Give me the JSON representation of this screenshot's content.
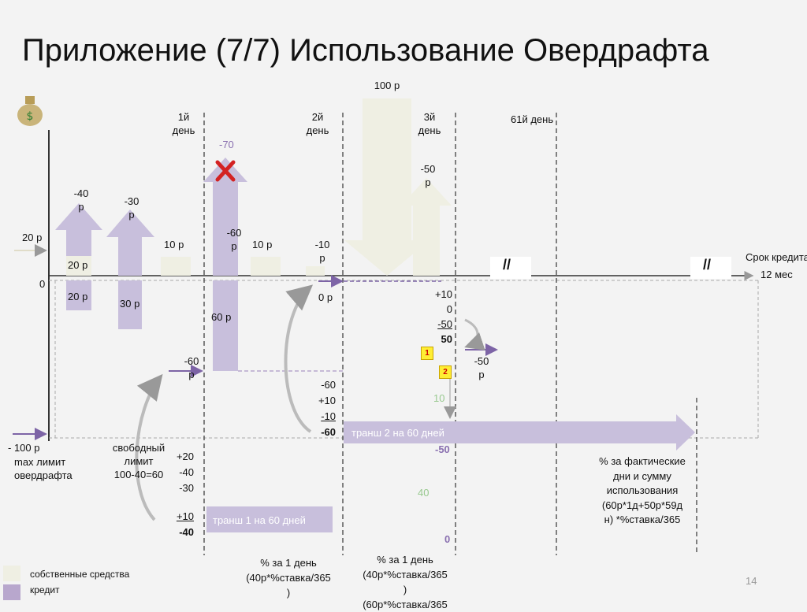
{
  "title": "Приложение (7/7) Использование Овердрафта",
  "day_labels": {
    "day1": [
      "1й",
      "день"
    ],
    "day2": [
      "2й",
      "день"
    ],
    "day3": [
      "3й",
      "день"
    ],
    "day61": "61й день"
  },
  "top_amount": "100 р",
  "axis": {
    "zero": "0",
    "term_label": "Срок кредита",
    "term_value": "12 мес",
    "break_mark": "//",
    "limit_value": "- 100 р",
    "limit_label": [
      "max лимит",
      "овердрафта"
    ]
  },
  "left": {
    "start_balance": "20 р",
    "up1": [
      "-40",
      "р"
    ],
    "up2": [
      "-30",
      "р"
    ],
    "own_funds": "20 р",
    "credit_1": "20 р",
    "credit_2": "30 р"
  },
  "day1": {
    "inflow": "10 р",
    "rejected_label": "-70",
    "up_label": [
      "-60",
      "р"
    ],
    "credit_label": "60 р",
    "balance": [
      "-60",
      "р"
    ]
  },
  "day2": {
    "inflow": "10 р",
    "up_label": [
      "-10",
      "р"
    ],
    "balance": "0 р",
    "calc": [
      "-60",
      "+10",
      "-10",
      "-60"
    ]
  },
  "day3": {
    "up_label": [
      "-50",
      "р"
    ],
    "calc": [
      "+10",
      "0",
      "-50",
      "50"
    ],
    "balance": [
      "-50",
      "р"
    ],
    "marker1": "1",
    "marker2": "2",
    "faded_values": [
      "10",
      "-50",
      "40",
      "0"
    ]
  },
  "free_limit": {
    "label": [
      "свободный",
      "лимит",
      "100-40=60"
    ],
    "calc": [
      "+20",
      "-40",
      "-30",
      "+10",
      "-40"
    ]
  },
  "tranches": {
    "tranche1": "транш 1 на 60 дней",
    "tranche2": "транш 2 на 60 дней"
  },
  "interest": {
    "day1_note": [
      "% за 1 день",
      "(40р*%ставка/365",
      ")"
    ],
    "day2_note": [
      "% за 1 день",
      "(40р*%ставка/365",
      ")",
      "(60р*%ставка/365"
    ],
    "actual_note": [
      "% за фактические",
      "дни и сумму",
      "использования",
      "(60р*1д+50р*59д",
      "н) *%ставка/365"
    ]
  },
  "legend": {
    "own_funds": "собственные средства",
    "credit": "кредит"
  },
  "page_number": "14",
  "colors": {
    "credit": "#c8bfdc",
    "own_funds": "#efefe3",
    "arrow": "#7d64a6",
    "faded_green": "#98c98f",
    "faded_purple": "#b8a7cd"
  }
}
